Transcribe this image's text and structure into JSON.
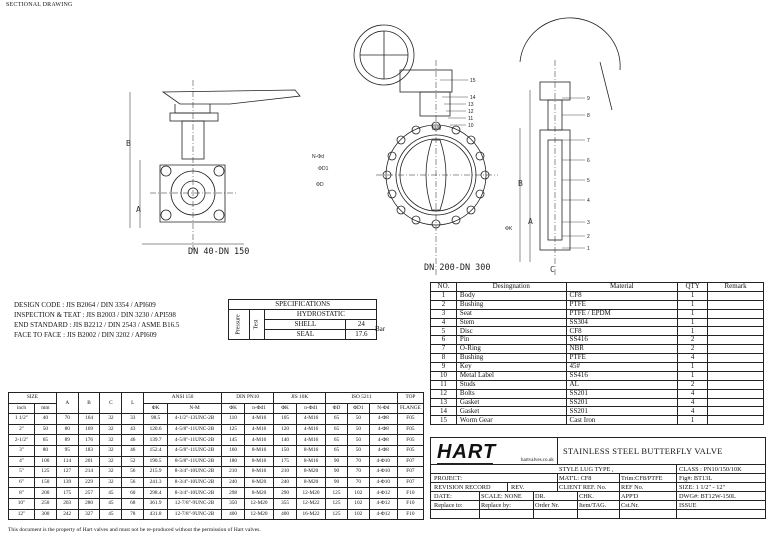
{
  "header": {
    "title": "SECTIONAL DRAWING"
  },
  "drawing": {
    "left_view_label": "DN 40-DN 150",
    "right_view_label": "DN 200-DN 300",
    "dim_letters": {
      "a": "A",
      "b": "B",
      "c": "C"
    },
    "callouts": [
      "N-M",
      "N-Φd",
      "ΦD1",
      "ΦD",
      "ΦK"
    ],
    "item_numbers": [
      "15",
      "14",
      "13",
      "12",
      "11",
      "10",
      "9",
      "8",
      "7",
      "6",
      "5",
      "4",
      "3",
      "2",
      "1"
    ]
  },
  "design_codes": [
    "DESIGN CODE : JIS B2064 / DIN 3354 / API609",
    "INSPECTION & TEAT : JIS B2003 / DIN 3230 / API598",
    "END STANDARD : JIS B2212 / DIN 2543 / ASME B16.5",
    "FACE TO FACE : JIS B2002 / DIN 3202 / API609"
  ],
  "specifications": {
    "title": "SPECIFICATIONS",
    "pressure_label": "Pressure",
    "test_label": "Test",
    "type": "HYDROSTATIC",
    "shell_label": "SHELL",
    "shell_value": "24",
    "seal_label": "SEAL",
    "seal_value": "17.6",
    "unit": "Bar"
  },
  "bom": {
    "headers": [
      "NO.",
      "Desingnation",
      "Material",
      "QTY",
      "Remark"
    ],
    "rows": [
      [
        "1",
        "Body",
        "CF8",
        "1",
        ""
      ],
      [
        "2",
        "Bushing",
        "PTFE",
        "1",
        ""
      ],
      [
        "3",
        "Seat",
        "PTFE / EPDM",
        "1",
        ""
      ],
      [
        "4",
        "Stem",
        "SS304",
        "1",
        ""
      ],
      [
        "5",
        "Disc",
        "CF8",
        "1",
        ""
      ],
      [
        "6",
        "Pin",
        "SS416",
        "2",
        ""
      ],
      [
        "7",
        "O-Ring",
        "NBR",
        "2",
        ""
      ],
      [
        "8",
        "Bushing",
        "PTFE",
        "4",
        ""
      ],
      [
        "9",
        "Key",
        "45#",
        "1",
        ""
      ],
      [
        "10",
        "Metal Label",
        "SS416",
        "1",
        ""
      ],
      [
        "11",
        "Studs",
        "AL",
        "2",
        ""
      ],
      [
        "12",
        "Bolts",
        "SS201",
        "4",
        ""
      ],
      [
        "13",
        "Gasket",
        "SS201",
        "4",
        ""
      ],
      [
        "14",
        "Gasket",
        "SS201",
        "4",
        ""
      ],
      [
        "15",
        "Worm Gear",
        "Cast Iron",
        "1",
        ""
      ]
    ]
  },
  "dimensions": {
    "groups": {
      "size": "SIZE",
      "ansi": "ANSI 150",
      "din": "DIN PN10",
      "jis": "JIS 10K",
      "iso": "ISO 5211",
      "top": "TOP"
    },
    "sub": [
      "inch",
      "mm",
      "A",
      "B",
      "C",
      "L",
      "ΦK",
      "N-M",
      "ΦK",
      "n-Φd1",
      "ΦK",
      "n-Φd1",
      "ΦD",
      "ΦD1",
      "N-Φd",
      "FLANGE"
    ],
    "rows": [
      [
        "1 1/2\"",
        "40",
        "70",
        "164",
        "32",
        "33",
        "98.5",
        "4-1/2\"-13UNC-2B",
        "110",
        "4-M16",
        "105",
        "4-M16",
        "65",
        "50",
        "4-Φ8",
        "F05"
      ],
      [
        "2\"",
        "50",
        "80",
        "169",
        "32",
        "43",
        "120.6",
        "4-5/8\"-11UNC-2B",
        "125",
        "4-M16",
        "120",
        "4-M16",
        "65",
        "50",
        "4-Φ8",
        "F05"
      ],
      [
        "2-1/2\"",
        "65",
        "89",
        "176",
        "32",
        "46",
        "139.7",
        "4-5/8\"-11UNC-2B",
        "145",
        "4-M16",
        "140",
        "4-M16",
        "65",
        "50",
        "4-Φ8",
        "F05"
      ],
      [
        "3\"",
        "80",
        "95",
        "183",
        "32",
        "46",
        "152.4",
        "4-5/8\"-11UNC-2B",
        "160",
        "8-M16",
        "150",
        "8-M16",
        "65",
        "50",
        "4-Φ8",
        "F05"
      ],
      [
        "4\"",
        "100",
        "114",
        "201",
        "32",
        "52",
        "190.5",
        "8-5/8\"-11UNC-2B",
        "180",
        "8-M16",
        "175",
        "8-M16",
        "90",
        "70",
        "4-Φ10",
        "F07"
      ],
      [
        "5\"",
        "125",
        "127",
        "214",
        "32",
        "56",
        "215.9",
        "8-3/4\"-10UNC-2B",
        "210",
        "8-M16",
        "210",
        "8-M20",
        "90",
        "70",
        "4-Φ10",
        "F07"
      ],
      [
        "6\"",
        "150",
        "139",
        "229",
        "32",
        "56",
        "241.3",
        "8-3/4\"-10UNC-2B",
        "240",
        "8-M20",
        "240",
        "8-M20",
        "90",
        "70",
        "4-Φ10",
        "F07"
      ],
      [
        "8\"",
        "200",
        "175",
        "257",
        "45",
        "60",
        "298.4",
        "8-3/4\"-10UNC-2B",
        "298",
        "8-M20",
        "290",
        "12-M20",
        "125",
        "102",
        "4-Φ12",
        "F10"
      ],
      [
        "10\"",
        "250",
        "203",
        "280",
        "45",
        "68",
        "361.9",
        "12-7/8\"-9UNC-2B",
        "350",
        "12-M20",
        "355",
        "12-M22",
        "125",
        "102",
        "4-Φ12",
        "F10"
      ],
      [
        "12\"",
        "300",
        "242",
        "327",
        "45",
        "78",
        "431.8",
        "12-7/8\"-9UNC-2B",
        "400",
        "12-M20",
        "400",
        "16-M22",
        "125",
        "102",
        "4-Φ12",
        "F10"
      ]
    ]
  },
  "title_block": {
    "logo": "HART",
    "website": "hartvalves.co.uk",
    "product": "STAINLESS STEEL BUTTERFLY VALVE",
    "style": "STYLE LUG TYPE ,",
    "class": "CLASS : PN10/150/10K",
    "project": "PROJECT:",
    "matl": "MAT'L: CF8",
    "trim": "Trim:CF8/PTFE",
    "fig": "Fig#: BT13L",
    "revision_record": "REVISION RECORD",
    "rev": "REV.",
    "client_ref": "CLIENT REF. No.",
    "ref_no": "REF No.",
    "size": "SIZE: 1 1/2\" - 12\"",
    "date": "DATE:",
    "scale": "SCALE: NONE",
    "dr": "DR.",
    "chk": "CHK.",
    "appd": "APP'D",
    "dwg": "DWG#: BT12W-150L",
    "replace_to": "Replace to:",
    "replace_by": "Replace by:",
    "order_nr": "Order Nr.",
    "item_tag": "Item/TAG.",
    "cst_nr": "Cst.Nr.",
    "issue": "ISSUE"
  },
  "footer": {
    "note": "This document is the property of Hart valves and must not be re-produced without the permission of Hart valves."
  }
}
